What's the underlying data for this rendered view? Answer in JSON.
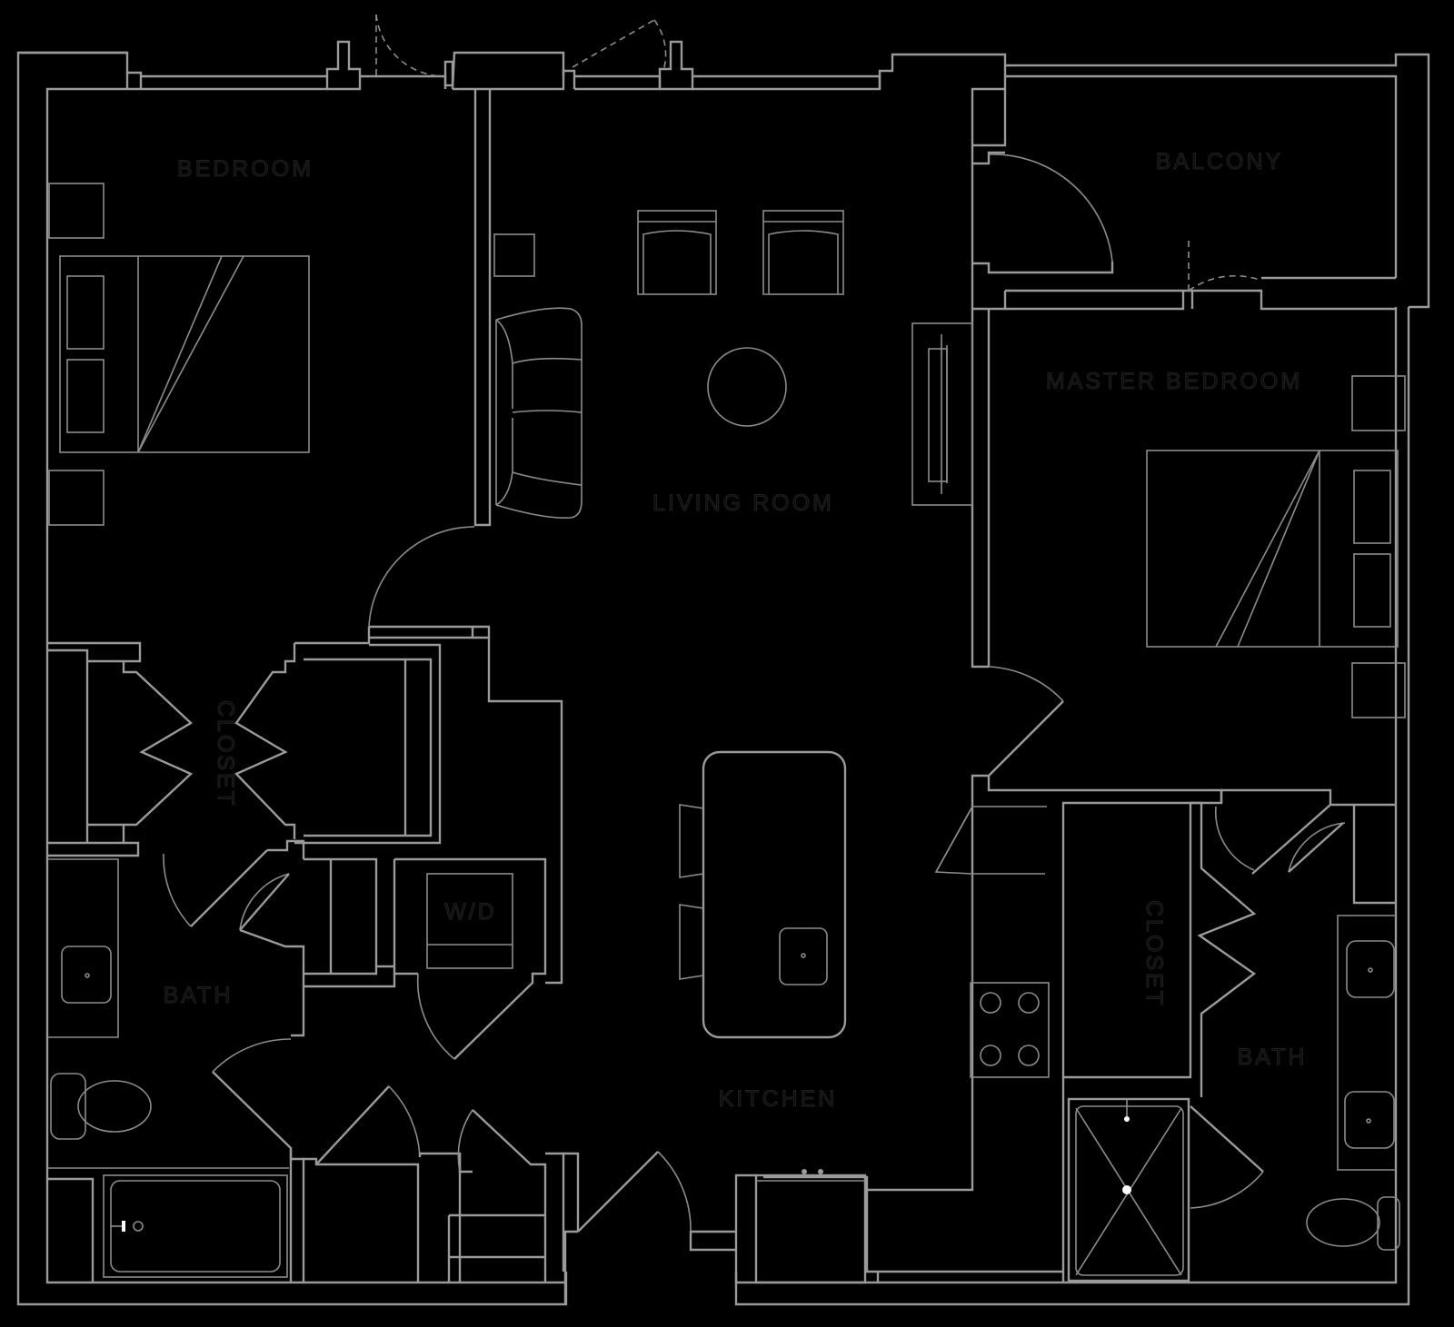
{
  "plan": {
    "colors": {
      "background": "#000000",
      "line": "#9a9a9a",
      "label": "#1c1c1c"
    },
    "rooms": {
      "bedroom": "BEDROOM",
      "balcony": "BALCONY",
      "living_room": "LIVING ROOM",
      "master_bedroom": "MASTER BEDROOM",
      "closet_left": "CLOSET",
      "wd": "W/D",
      "bath_left": "BATH",
      "kitchen": "KITCHEN",
      "closet_right": "CLOSET",
      "bath_right": "BATH"
    }
  }
}
